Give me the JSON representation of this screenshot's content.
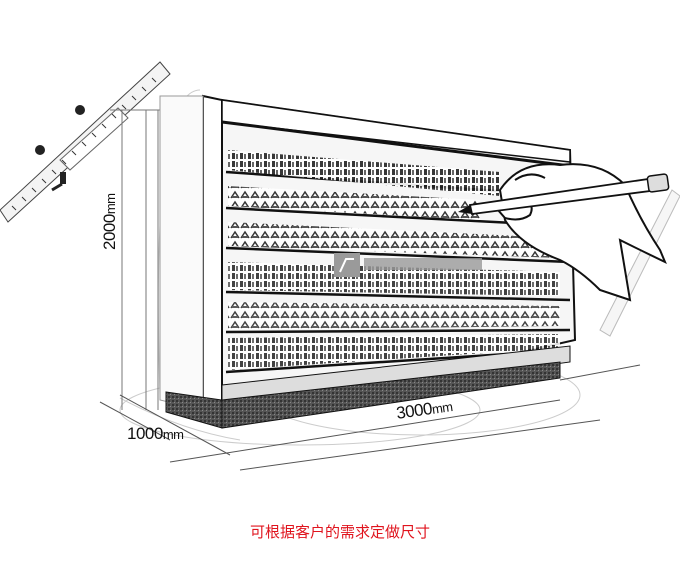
{
  "illustration": {
    "subject": "open multideck display refrigerator sketch with hand drawing",
    "icons": [
      "ruler-icon",
      "pencil-icon",
      "hand-icon",
      "watermark-logo-icon"
    ]
  },
  "dimensions": {
    "height": {
      "value": "2000",
      "unit": "mm"
    },
    "depth": {
      "value": "1000",
      "unit": "mm"
    },
    "width": {
      "value": "3000",
      "unit": "mm"
    }
  },
  "caption": "可根据客户的需求定做尺寸",
  "colors": {
    "caption": "#e0141e",
    "line": "#111111",
    "light_line": "#bbbbbb",
    "watermark": "#9a9a9a"
  }
}
